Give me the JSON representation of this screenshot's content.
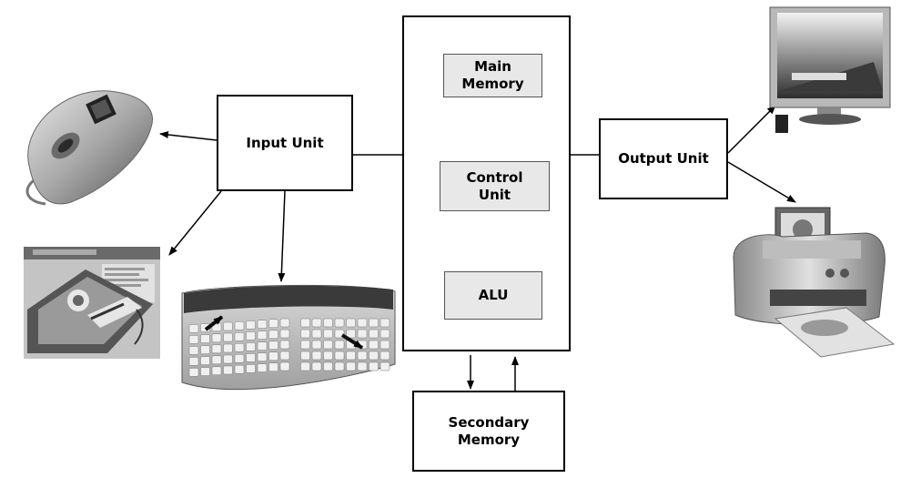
{
  "boxes": {
    "input_unit": "Input Unit",
    "output_unit": "Output Unit",
    "main_memory": "Main\nMemory",
    "control_unit": "Control\nUnit",
    "alu": "ALU",
    "secondary_memory": "Secondary\nMemory"
  },
  "devices": {
    "mouse": "mouse-image",
    "tablet": "drawing-tablet-image",
    "keyboard": "keyboard-image",
    "monitor": "monitor-image",
    "printer": "printer-image"
  }
}
